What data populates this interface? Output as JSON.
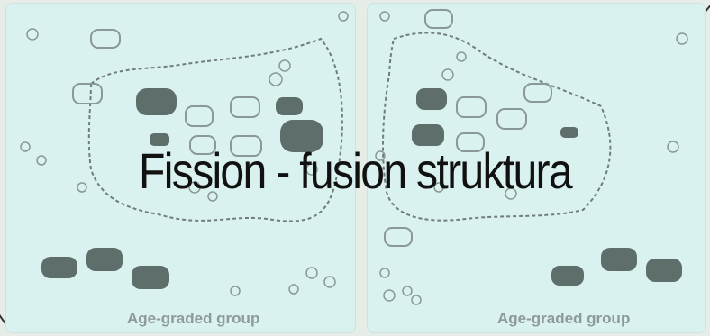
{
  "title": "Fission - fusion struktura",
  "left_panel": {
    "caption": "Age-graded group"
  },
  "right_panel": {
    "caption": "Age-graded group"
  },
  "colors": {
    "panel_bg": "#d9f1ef",
    "primate_dark": "#5d6e6b",
    "primate_light": "#8a9896",
    "boundary": "#6f7d7b",
    "caption": "#8d9a98"
  }
}
